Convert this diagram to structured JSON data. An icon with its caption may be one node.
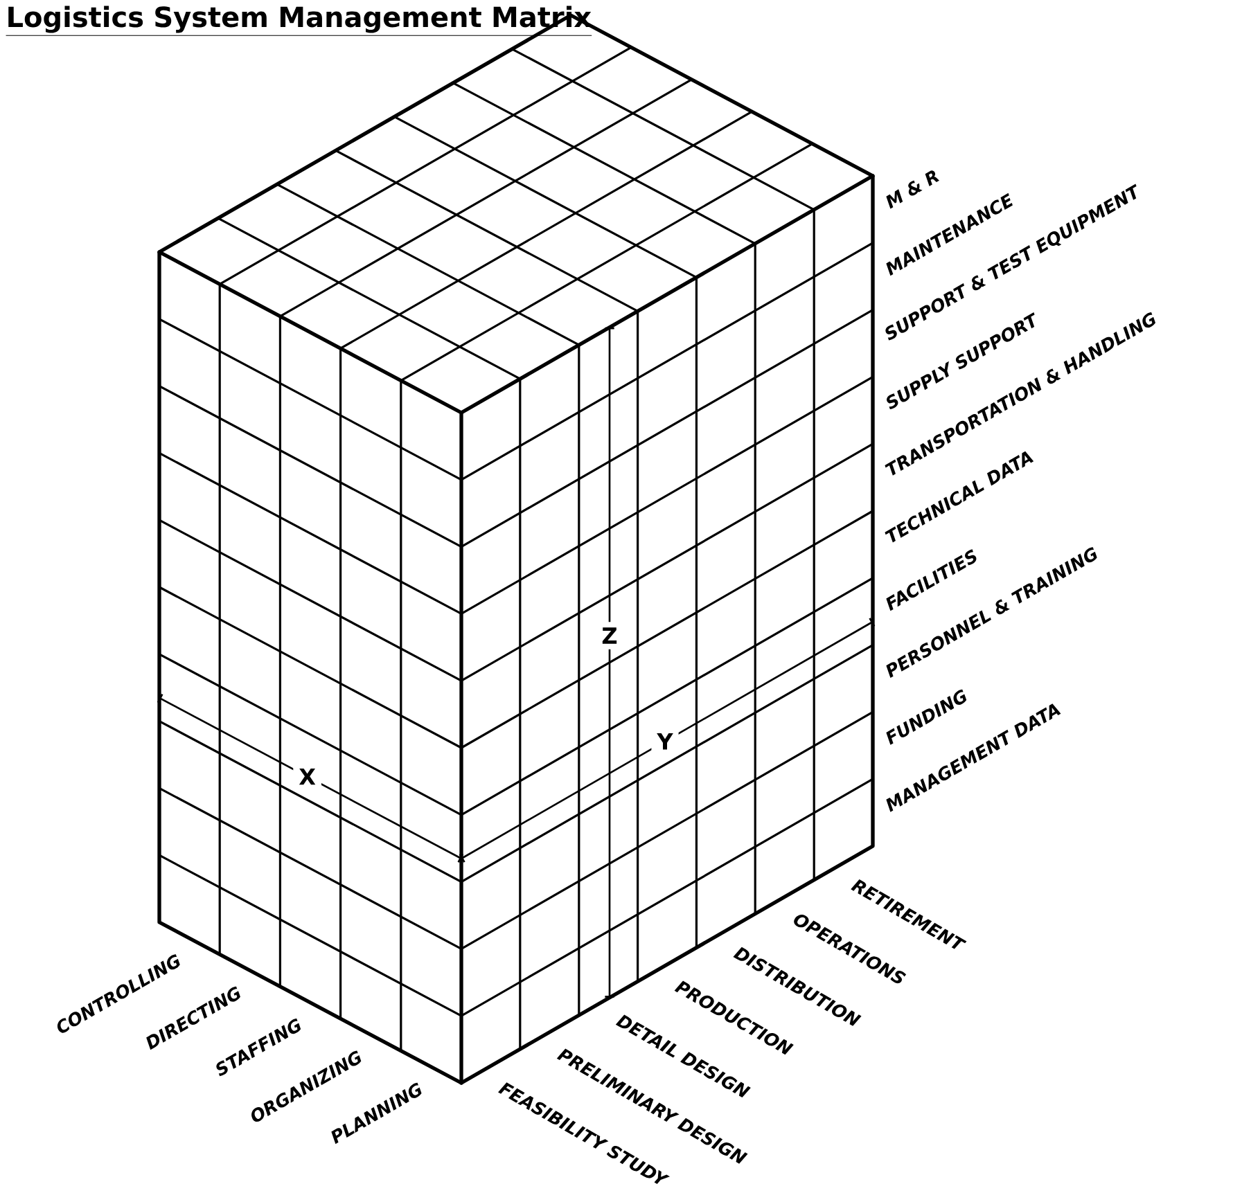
{
  "diagram": {
    "title": "Logistics System Management Matrix",
    "labels": [
      "M & R",
      "MAINTENANCE",
      "SUPPORT & TEST EQUIPMENT",
      "SUPPLY SUPPORT",
      "TRANSPORTATION & HANDLING",
      "TECHNICAL DATA",
      "FACILITIES",
      "PERSONNEL & TRAINING",
      "FUNDING",
      "MANAGEMENT DATA",
      "Z",
      "X",
      "Y",
      "CONTROLLING",
      "DIRECTING",
      "STAFFING",
      "ORGANIZING",
      "PLANNING",
      "RETIREMENT",
      "OPERATIONS",
      "DISTRIBUTION",
      "PRODUCTION",
      "DETAIL DESIGN",
      "PRELIMINARY DESIGN",
      "FEASIBILITY STUDY"
    ]
  }
}
